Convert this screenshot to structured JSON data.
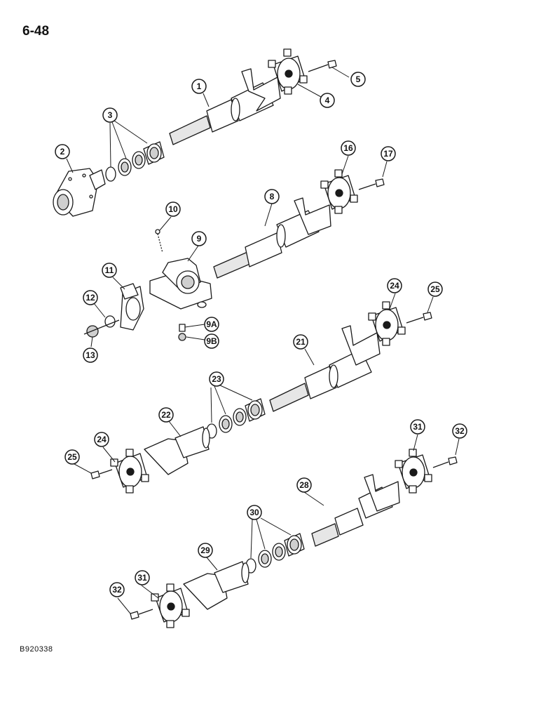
{
  "page_number": "6-48",
  "figure_code": "B920338",
  "callouts": [
    "1",
    "2",
    "3",
    "4",
    "5",
    "8",
    "9",
    "9A",
    "9B",
    "10",
    "11",
    "12",
    "13",
    "16",
    "17",
    "21",
    "22",
    "23",
    "24",
    "24",
    "25",
    "25",
    "28",
    "29",
    "30",
    "31",
    "31",
    "32",
    "32"
  ],
  "colors": {
    "ink": "#1a1a1a",
    "paper": "#ffffff",
    "shade": "#cfcfcf"
  }
}
